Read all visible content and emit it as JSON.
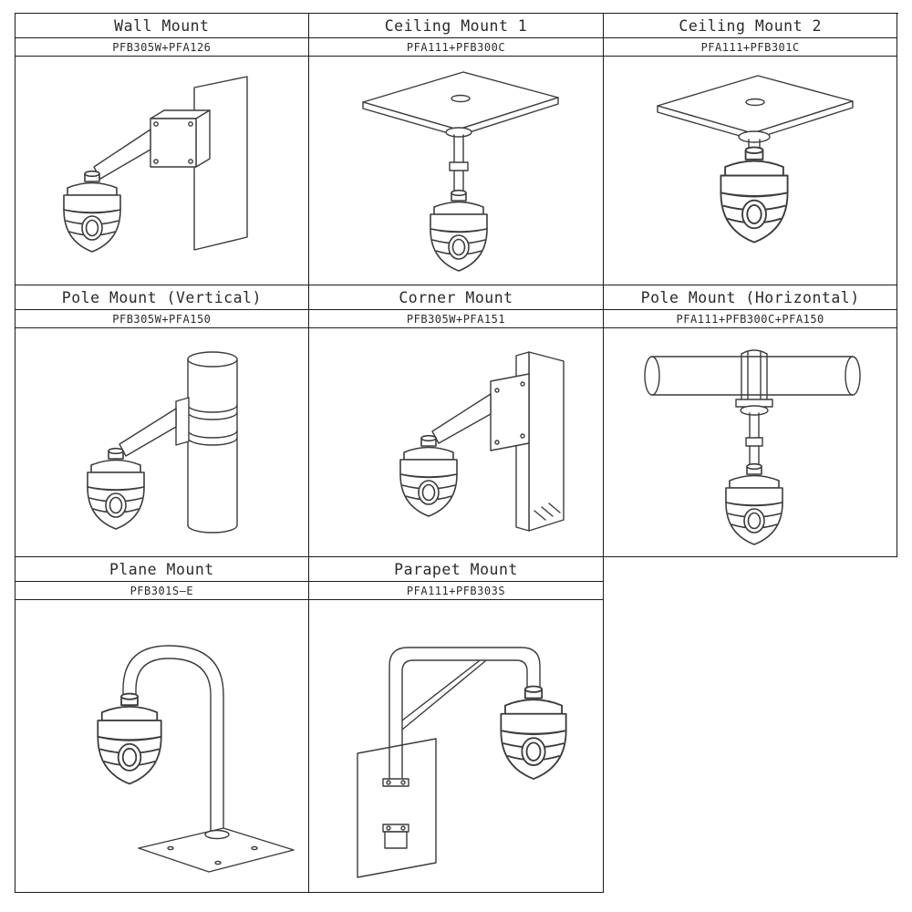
{
  "line_color": "#3c3c3c",
  "border_color": "#1c1c1c",
  "cells": [
    {
      "title": "Wall Mount",
      "part": "PFB305W+PFA126",
      "illustration": "wall-mount"
    },
    {
      "title": "Ceiling Mount 1",
      "part": "PFA111+PFB300C",
      "illustration": "ceiling-mount-1"
    },
    {
      "title": "Ceiling Mount 2",
      "part": "PFA111+PFB301C",
      "illustration": "ceiling-mount-2"
    },
    {
      "title": "Pole Mount (Vertical)",
      "part": "PFB305W+PFA150",
      "illustration": "pole-mount-vertical"
    },
    {
      "title": "Corner Mount",
      "part": "PFB305W+PFA151",
      "illustration": "corner-mount"
    },
    {
      "title": "Pole Mount (Horizontal)",
      "part": "PFA111+PFB300C+PFA150",
      "illustration": "pole-mount-horizontal"
    },
    {
      "title": "Plane Mount",
      "part": "PFB301S—E",
      "illustration": "plane-mount"
    },
    {
      "title": "Parapet Mount",
      "part": "PFA111+PFB303S",
      "illustration": "parapet-mount"
    }
  ]
}
